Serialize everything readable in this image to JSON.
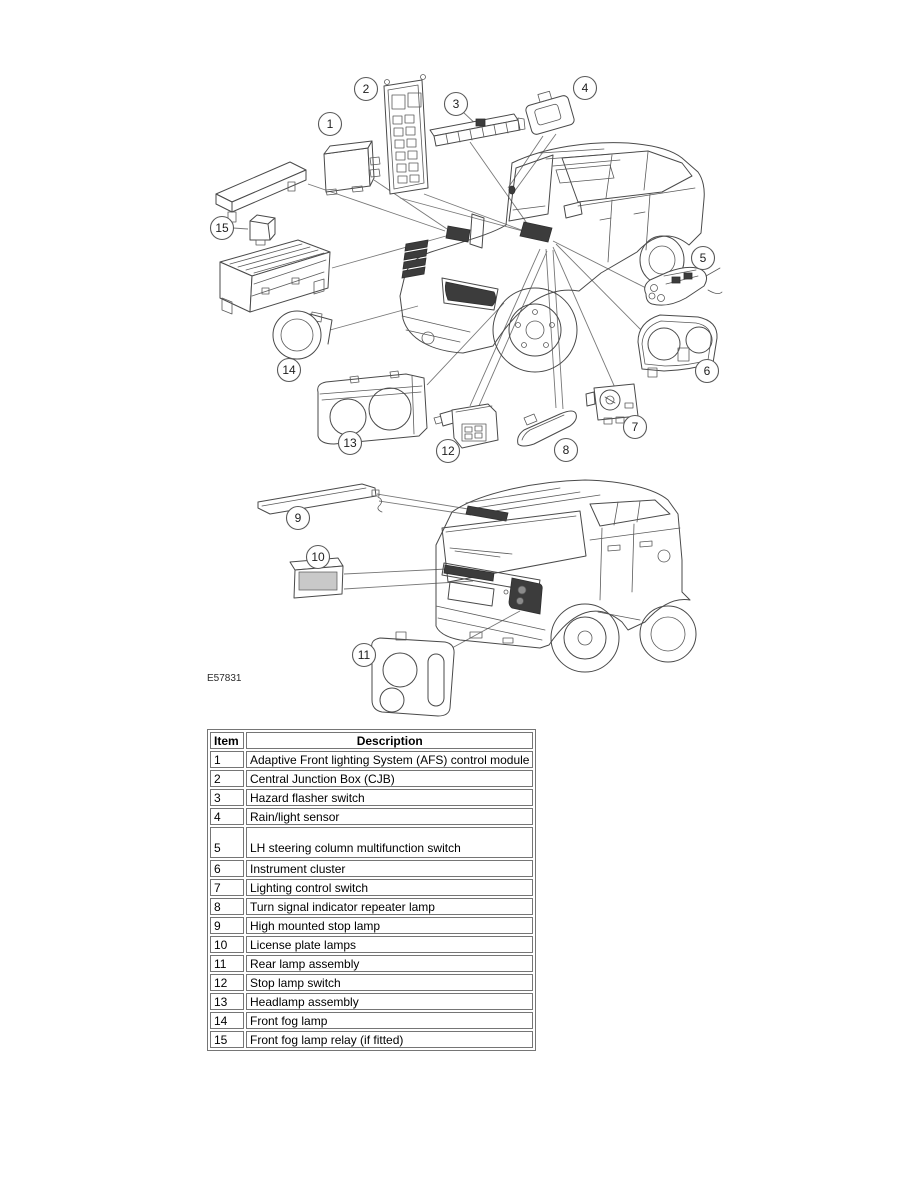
{
  "figure": {
    "code": "E57831"
  },
  "callouts": {
    "c1": "1",
    "c2": "2",
    "c3": "3",
    "c4": "4",
    "c5": "5",
    "c6": "6",
    "c7": "7",
    "c8": "8",
    "c9": "9",
    "c10": "10",
    "c11": "11",
    "c12": "12",
    "c13": "13",
    "c14": "14",
    "c15": "15"
  },
  "table": {
    "headers": {
      "item": "Item",
      "description": "Description"
    },
    "rows": [
      {
        "item": "1",
        "description": "Adaptive Front lighting System (AFS) control module"
      },
      {
        "item": "2",
        "description": "Central Junction Box (CJB)"
      },
      {
        "item": "3",
        "description": "Hazard flasher switch"
      },
      {
        "item": "4",
        "description": "Rain/light sensor"
      },
      {
        "item": "5",
        "description": "LH steering column multifunction switch"
      },
      {
        "item": "6",
        "description": "Instrument cluster"
      },
      {
        "item": "7",
        "description": "Lighting control switch"
      },
      {
        "item": "8",
        "description": "Turn signal indicator repeater lamp"
      },
      {
        "item": "9",
        "description": "High mounted stop lamp"
      },
      {
        "item": "10",
        "description": "License plate lamps"
      },
      {
        "item": "11",
        "description": "Rear lamp assembly"
      },
      {
        "item": "12",
        "description": "Stop lamp switch"
      },
      {
        "item": "13",
        "description": "Headlamp assembly"
      },
      {
        "item": "14",
        "description": "Front fog lamp"
      },
      {
        "item": "15",
        "description": "Front fog lamp relay (if fitted)"
      }
    ]
  }
}
